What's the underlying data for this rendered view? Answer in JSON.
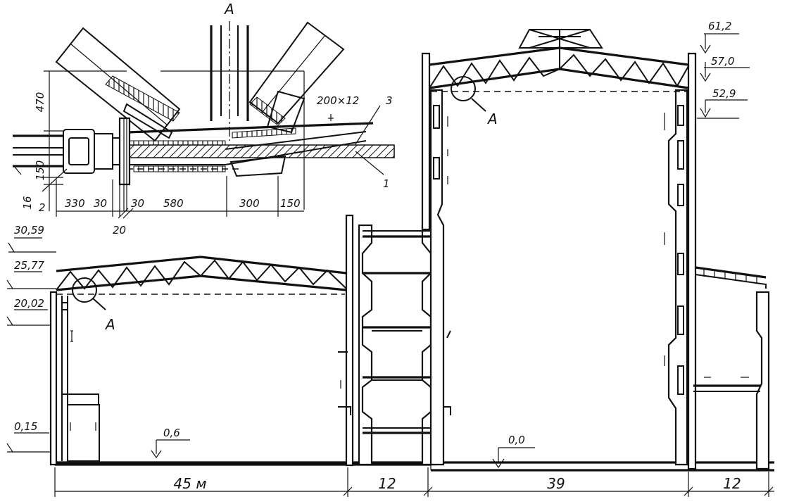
{
  "detail": {
    "title": "A",
    "plate": "200×12",
    "callout_3": "3",
    "callout_1": "1",
    "callout_2": "2",
    "dim_470": "470",
    "dim_150_v": "150",
    "dim_16": "16",
    "dim_330": "330",
    "dim_30a": "30",
    "dim_30b": "30",
    "dim_580": "580",
    "dim_300": "300",
    "dim_150_h": "150",
    "dim_20": "20"
  },
  "elevations": {
    "e3059": "30,59",
    "e2577": "25,77",
    "e2002": "20,02",
    "e015": "0,15",
    "e06": "0,6",
    "e00": "0,0",
    "e612": "61,2",
    "e570": "57,0",
    "e529": "52,9"
  },
  "markers": {
    "a_left": "A",
    "a_right": "A"
  },
  "spans": {
    "s45": "45 м",
    "s12a": "12",
    "s39": "39",
    "s12b": "12"
  }
}
